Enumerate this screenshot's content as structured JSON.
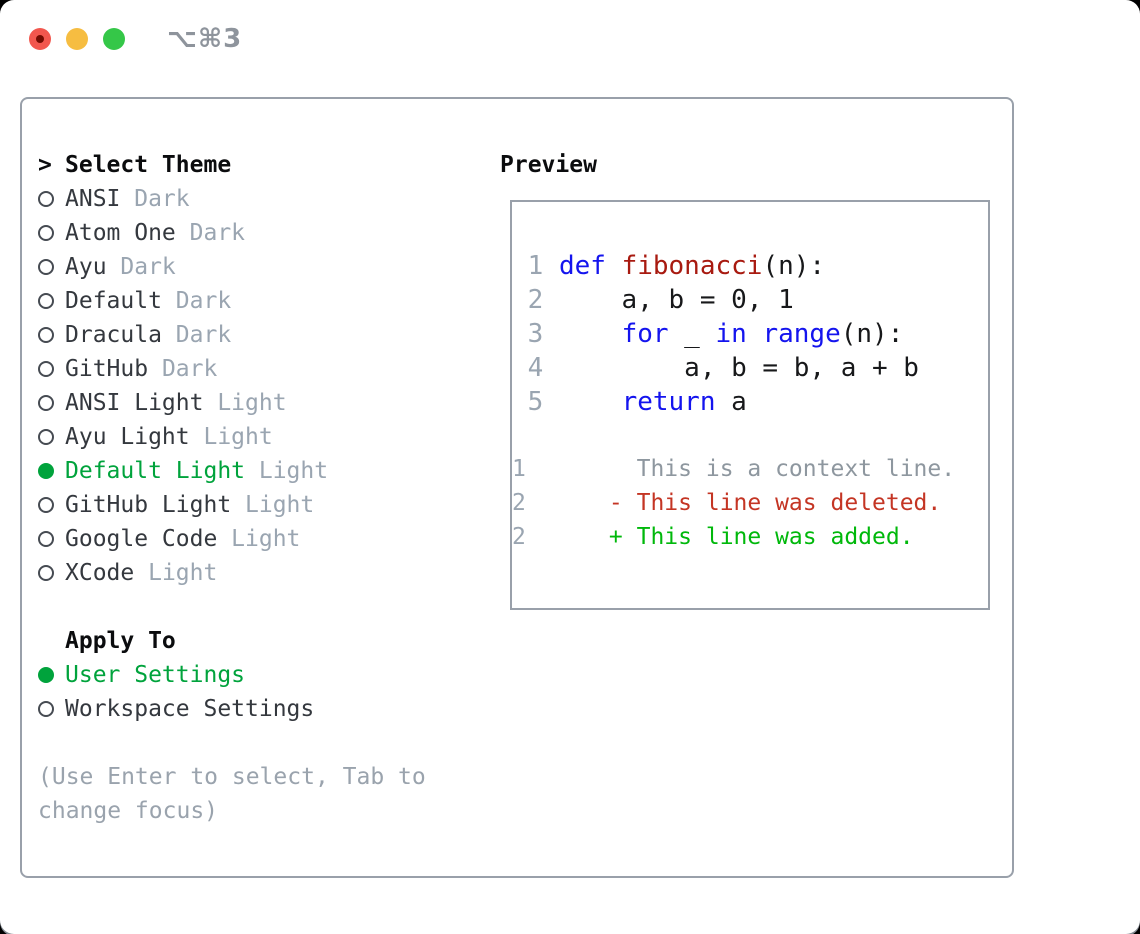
{
  "window": {
    "shortcut_label": "⌥⌘3",
    "traffic_lights": [
      "close",
      "minimize",
      "zoom"
    ]
  },
  "colors": {
    "selected_green": "#00a33c",
    "item_text": "#34383e",
    "variant_gray": "#9aa5b1",
    "header_black": "#0b0c0e",
    "hint_gray": "#9aa3ad",
    "border_gray": "#99a0aa",
    "keyword_blue": "#1414ee",
    "function_red": "#a81a10",
    "code_black": "#17181a",
    "lineno_gray": "#9aa5b1",
    "diff_context": "#8e979f",
    "diff_deleted": "#c43524",
    "diff_added": "#00b80b",
    "light_red": "#f2574e",
    "light_yellow": "#f6bd41",
    "light_green": "#35c748"
  },
  "theme_picker": {
    "header_prefix": ">",
    "header": "Select Theme",
    "themes": [
      {
        "name": "ANSI",
        "variant": "Dark",
        "selected": false
      },
      {
        "name": "Atom One",
        "variant": "Dark",
        "selected": false
      },
      {
        "name": "Ayu",
        "variant": "Dark",
        "selected": false
      },
      {
        "name": "Default",
        "variant": "Dark",
        "selected": false
      },
      {
        "name": "Dracula",
        "variant": "Dark",
        "selected": false
      },
      {
        "name": "GitHub",
        "variant": "Dark",
        "selected": false
      },
      {
        "name": "ANSI Light",
        "variant": "Light",
        "selected": false
      },
      {
        "name": "Ayu Light",
        "variant": "Light",
        "selected": false
      },
      {
        "name": "Default Light",
        "variant": "Light",
        "selected": true
      },
      {
        "name": "GitHub Light",
        "variant": "Light",
        "selected": false
      },
      {
        "name": "Google Code",
        "variant": "Light",
        "selected": false
      },
      {
        "name": "XCode",
        "variant": "Light",
        "selected": false
      }
    ],
    "apply_to": {
      "label": "Apply To",
      "options": [
        {
          "name": "User Settings",
          "selected": true
        },
        {
          "name": "Workspace Settings",
          "selected": false
        }
      ]
    },
    "hint_line1": "(Use Enter to select, Tab to",
    "hint_line2": "change focus)"
  },
  "preview": {
    "title": "Preview",
    "code_lines": [
      {
        "n": "1",
        "tokens": [
          {
            "t": "def",
            "c": "keyword_blue"
          },
          {
            "t": " "
          },
          {
            "t": "fibonacci",
            "c": "function_red"
          },
          {
            "t": "(n):"
          }
        ]
      },
      {
        "n": "2",
        "tokens": [
          {
            "t": "    a, b = 0, 1"
          }
        ]
      },
      {
        "n": "3",
        "tokens": [
          {
            "t": "    "
          },
          {
            "t": "for",
            "c": "keyword_blue"
          },
          {
            "t": " _ "
          },
          {
            "t": "in",
            "c": "keyword_blue"
          },
          {
            "t": " "
          },
          {
            "t": "range",
            "c": "keyword_blue"
          },
          {
            "t": "(n):"
          }
        ]
      },
      {
        "n": "4",
        "tokens": [
          {
            "t": "        a, b = b, a + b"
          }
        ]
      },
      {
        "n": "5",
        "tokens": [
          {
            "t": "    "
          },
          {
            "t": "return",
            "c": "keyword_blue"
          },
          {
            "t": " a"
          }
        ]
      }
    ],
    "diff_lines": [
      {
        "n": "1",
        "kind": "context",
        "text": "       This is a context line."
      },
      {
        "n": "2",
        "kind": "deleted",
        "text": "     - This line was deleted."
      },
      {
        "n": "2",
        "kind": "added",
        "text": "     + This line was added."
      }
    ]
  }
}
